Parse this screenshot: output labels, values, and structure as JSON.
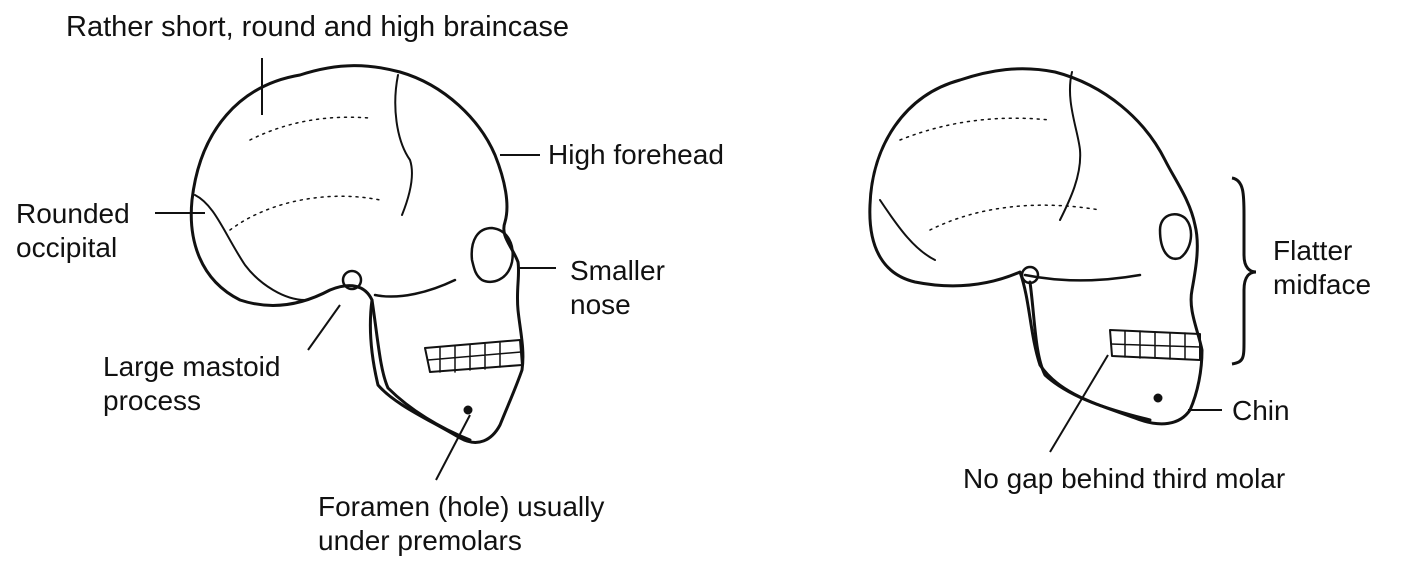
{
  "left_skull": {
    "labels": {
      "braincase": "Rather short, round and high braincase",
      "forehead": "High forehead",
      "occipital": [
        "Rounded",
        "occipital"
      ],
      "nose": [
        "Smaller",
        "nose"
      ],
      "mastoid": [
        "Large mastoid",
        "process"
      ],
      "foramen": [
        "Foramen (hole) usually",
        "under premolars"
      ]
    }
  },
  "right_skull": {
    "labels": {
      "midface": [
        "Flatter",
        "midface"
      ],
      "chin": "Chin",
      "molar": "No gap behind third molar"
    }
  },
  "colors": {
    "ink": "#111111",
    "background": "#ffffff"
  }
}
